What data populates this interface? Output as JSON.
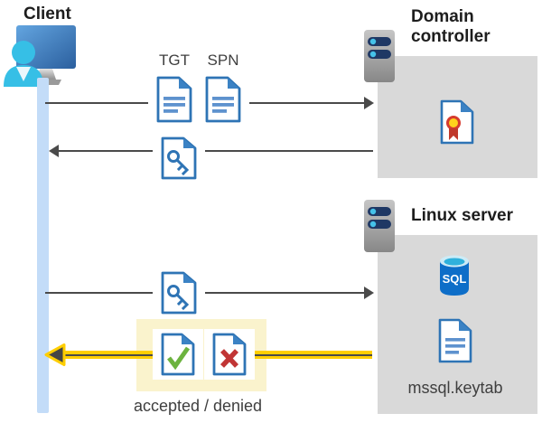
{
  "diagram": {
    "client": {
      "label": "Client"
    },
    "domain_controller": {
      "label": "Domain controller"
    },
    "linux_server": {
      "label": "Linux server"
    },
    "labels": {
      "tgt": "TGT",
      "spn": "SPN",
      "keytab": "mssql.keytab",
      "result": "accepted / denied",
      "sql": "SQL"
    },
    "flows": [
      {
        "from": "client",
        "to": "domain-controller",
        "items": [
          "TGT",
          "SPN"
        ],
        "highlighted": false
      },
      {
        "from": "domain-controller",
        "to": "client",
        "items": [
          "ticket-key"
        ],
        "highlighted": false
      },
      {
        "from": "client",
        "to": "linux-server",
        "items": [
          "ticket-key"
        ],
        "highlighted": false
      },
      {
        "from": "linux-server",
        "to": "client",
        "items": [
          "accepted",
          "denied"
        ],
        "highlighted": true
      }
    ],
    "colors": {
      "doc_blue": "#2E74B5",
      "doc_line_blue": "#5E92CE",
      "person_cyan": "#36BFE6",
      "timeline_blue": "#C3DCF8",
      "box_gray": "#D9D9D9",
      "highlight_cream": "#FAF3CD",
      "arrow_yellow": "#FFCE00",
      "arrow_gray": "#4A4A4A",
      "check_green": "#6CB33F",
      "cross_red": "#C13535",
      "sql_blue": "#0E6EC8",
      "cert_red": "#C0392B",
      "cert_gold": "#FFD21C",
      "server_navy": "#1F3864"
    }
  }
}
